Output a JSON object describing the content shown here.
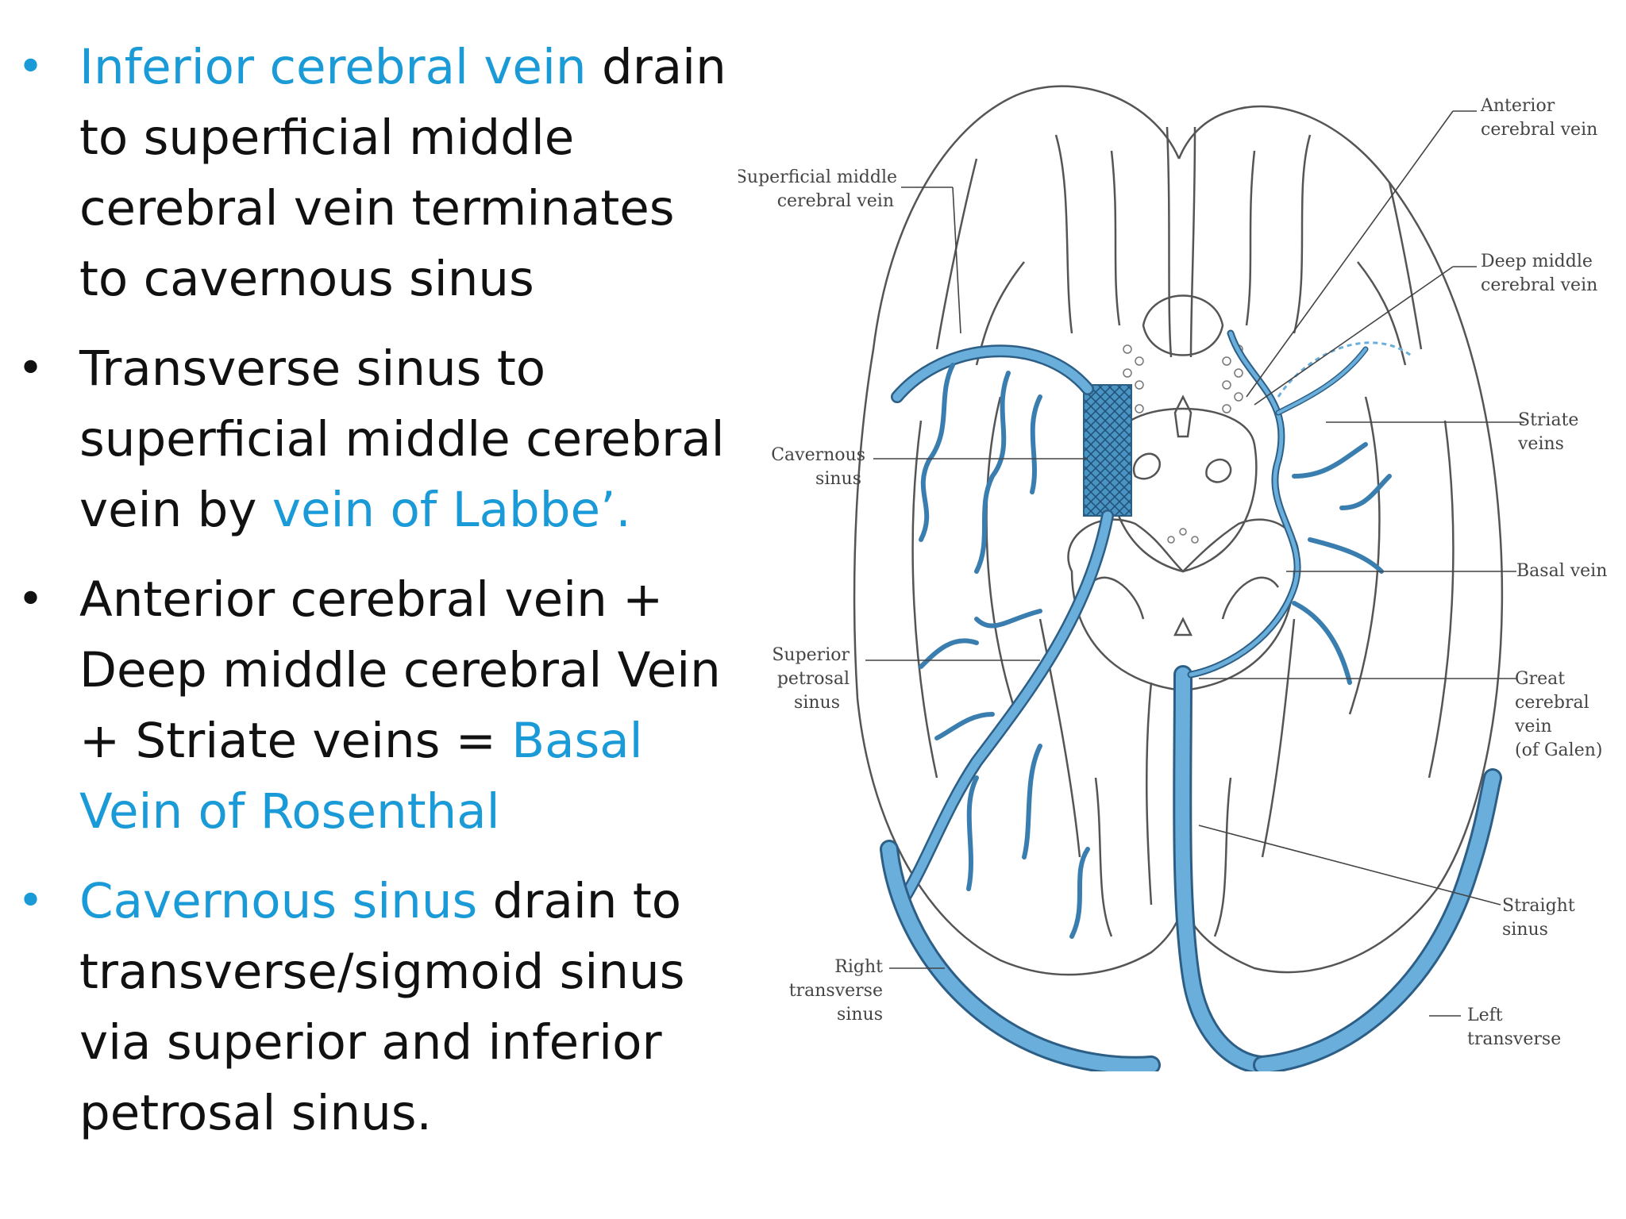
{
  "slide": {
    "bullets": [
      {
        "parts": [
          {
            "text": "Inferior cerebral vein",
            "highlight": true
          },
          {
            "text": " drain to superficial middle cerebral vein terminates to cavernous sinus",
            "highlight": false
          }
        ]
      },
      {
        "parts": [
          {
            "text": "Transverse sinus  to superficial middle cerebral vein by ",
            "highlight": false
          },
          {
            "text": "vein of Labbe’.",
            "highlight": true
          }
        ]
      },
      {
        "parts": [
          {
            "text": "Anterior cerebral vein + Deep middle cerebral Vein + Striate veins = ",
            "highlight": false
          },
          {
            "text": "Basal Vein of Rosenthal",
            "highlight": true
          }
        ]
      },
      {
        "parts": [
          {
            "text": "Cavernous sinus",
            "highlight": true
          },
          {
            "text": " drain to transverse/sigmoid sinus via superior and inferior petrosal sinus.",
            "highlight": false
          }
        ]
      }
    ]
  },
  "diagram": {
    "labels": {
      "superficial_middle_cerebral_vein": [
        "Superficial middle",
        "cerebral vein"
      ],
      "cavernous_sinus": [
        "Cavernous",
        "sinus"
      ],
      "superior_petrosal_sinus": [
        "Superior",
        "petrosal",
        "sinus"
      ],
      "right_transverse_sinus": [
        "Right",
        "transverse",
        "sinus"
      ],
      "anterior_cerebral_vein": [
        "Anterior",
        "cerebral vein"
      ],
      "deep_middle_cerebral_vein": [
        "Deep middle",
        "cerebral vein"
      ],
      "striate_veins": [
        "Striate",
        "veins"
      ],
      "basal_vein": [
        "Basal vein"
      ],
      "great_cerebral_vein": [
        "Great",
        "cerebral",
        "vein",
        "(of Galen)"
      ],
      "straight_sinus": [
        "Straight",
        "sinus"
      ],
      "left_transverse_sinus": [
        "Left",
        "transverse"
      ]
    }
  },
  "colors": {
    "highlight": "#1a9ad6",
    "vein": "#6aaedb",
    "vein_outline": "#2d5f86",
    "outline": "#555555"
  }
}
